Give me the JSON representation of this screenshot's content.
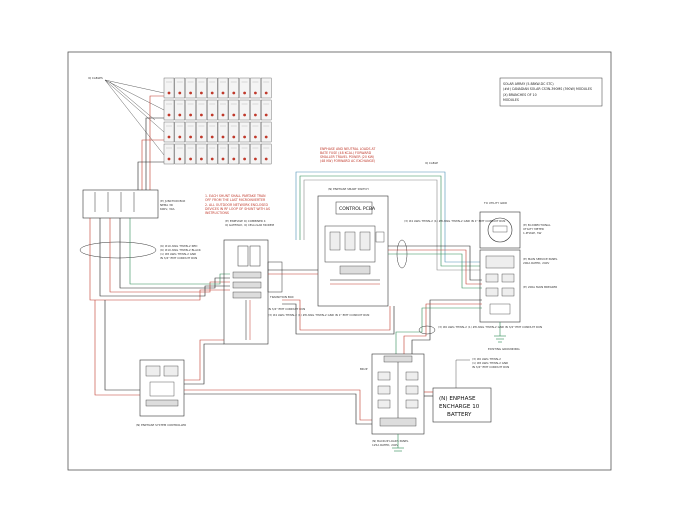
{
  "legend": {
    "line1": "SOLAR ARRAY (5.88KW-DC STC)",
    "line2": "(##) CANADIAN SOLAR CS3N-390MS (390W) MODULES",
    "line3": "(X) BRANCHES OF 10",
    "line4": "MODULES"
  },
  "notes": {
    "top_left_label": "IQ CABLE",
    "red_note_1": "1.  EACH SHUNT SHALL PARTAKE TRAN",
    "red_note_2": "    OFF FROM THE LAST MICROINVERTER",
    "red_note_3": "2.  ALL OUTDOOR NETWORK ENCLOSED",
    "red_note_4": "    DEVICES IN RF LOOP OF SHUNT WITH AS",
    "red_note_5": "    INSTRUCTIONS",
    "top_red_1": "ENPHASE AND NEUTRAL LOADS AT",
    "top_red_2": "BATE FUSE (48 KCAL) FORWARD",
    "top_red_3": "SMALLER TRAVEL POWER (20 KW)",
    "top_red_4": "(48 KW) FORWARD AC EXCHANGE)",
    "iq_cable_right": "IQ CABLE"
  },
  "components": {
    "junction_box": "(E) JUNCTION BOX\nNEMA 3R\n600V, 30A",
    "transition_box": "TRANSITION BOX",
    "conductor_left_1": "(6) #10 AWG THWN-2  RED",
    "conductor_left_2": "(6) #10 AWG THWN-2  BLACK",
    "conductor_left_3": "(1) #8 AWG THWN-2  GND",
    "conductor_left_4": "IN 3/4\" EMT CONDUIT RUN",
    "ac_combiner": "(E) ENPHASE IQ COMBINER 4",
    "ac_combiner_detail": "IQ GATEWAY, IQ CELLULAR MODEM",
    "combiner_feed": "IN 3/4\" EMT CONDUIT RUN",
    "enphase_switch": "(N) ENPHASE SMART SWITCH",
    "control_panel": "CONTROL PCBA",
    "utility_meter": "TO UTILITY GRID",
    "meter_label": "(E) BI-DIRECTIONAL\nUTILITY METER\n1-PHASE, 3W",
    "main_service": "(E) MAIN SERVICE PANEL\n200A RATED, 240V",
    "main_breaker": "(E) 200A MAIN BREAKER",
    "earth_ground": "EXISTING GROUNDING",
    "load_controller": "(N) ENPHASE SYSTEM CONTROLLER",
    "backup_panel": "(N) BACKUP LOADS PANEL\n125A RATED, 240V",
    "battery": "(N) ENPHASE\nENCHARGE 10\nBATTERY",
    "battery_conductors": "(3) #6 AWG THWN-2\n(1) #8 AWG THWN-2 GND\nIN 3/4\" EMT CONDUIT RUN",
    "right_conductors": "(3) #4 AWG THWN-2\n(1) #8 AWG THWN-2 GND\nIN 1\" EMT CONDUIT RUN",
    "mid_conductors": "(3) #4 AWG THWN-2\n(1) #8 AWG THWN-2 GND\nIN 1\" EMT CONDUIT RUN",
    "mid_conductors_2": "(3) #6 AWG THWN-2\n(1) #8 AWG THWN-2 GND\nIN 3/4\" EMT CONDUIT RUN",
    "grounding_bottom": "(E) GROUNDING ELECTRODE"
  },
  "labels": {
    "backup_label": "BKUP",
    "iq_cable_top": "IQ CABLES"
  }
}
